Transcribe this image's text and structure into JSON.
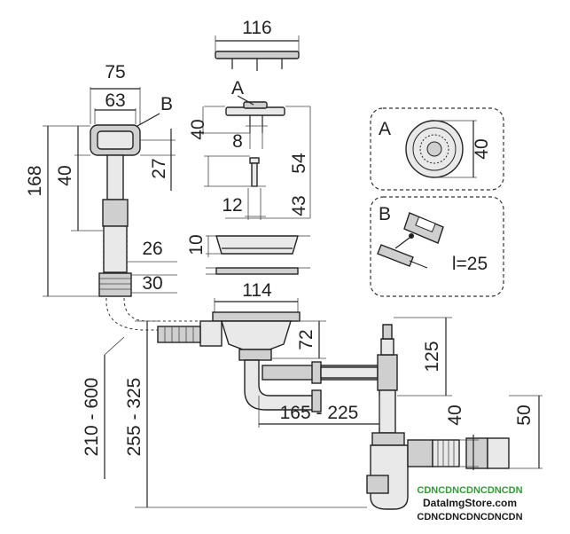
{
  "dimensions": {
    "strainer_width": "116",
    "overflow_outer_width": "75",
    "overflow_inner_width": "63",
    "overflow_height_total": "168",
    "overflow_head_height": "40",
    "overflow_head_offset": "27",
    "cap_height": "40",
    "cap_screw": "8",
    "screw_length": "54",
    "screw_thread": "12",
    "basket_depth": "43",
    "gasket_height": "10",
    "hose_diameter": "26",
    "hose_end": "30",
    "drain_width": "114",
    "drain_height": "72",
    "trap_height": "125",
    "trap_reach": "165 - 225",
    "hose_length": "210 - 600",
    "total_height": "255 - 325",
    "outlet_inner": "40",
    "outlet_outer": "50"
  },
  "labels": {
    "a": "A",
    "b": "B",
    "inset_a": "A",
    "inset_b": "B",
    "length_note": "l=25"
  },
  "watermark": {
    "line1": "CDNCDNCDNCDNCDN",
    "line2": "DataImgStore.com",
    "line3": "CDNCDNCDNCDNCDN"
  }
}
